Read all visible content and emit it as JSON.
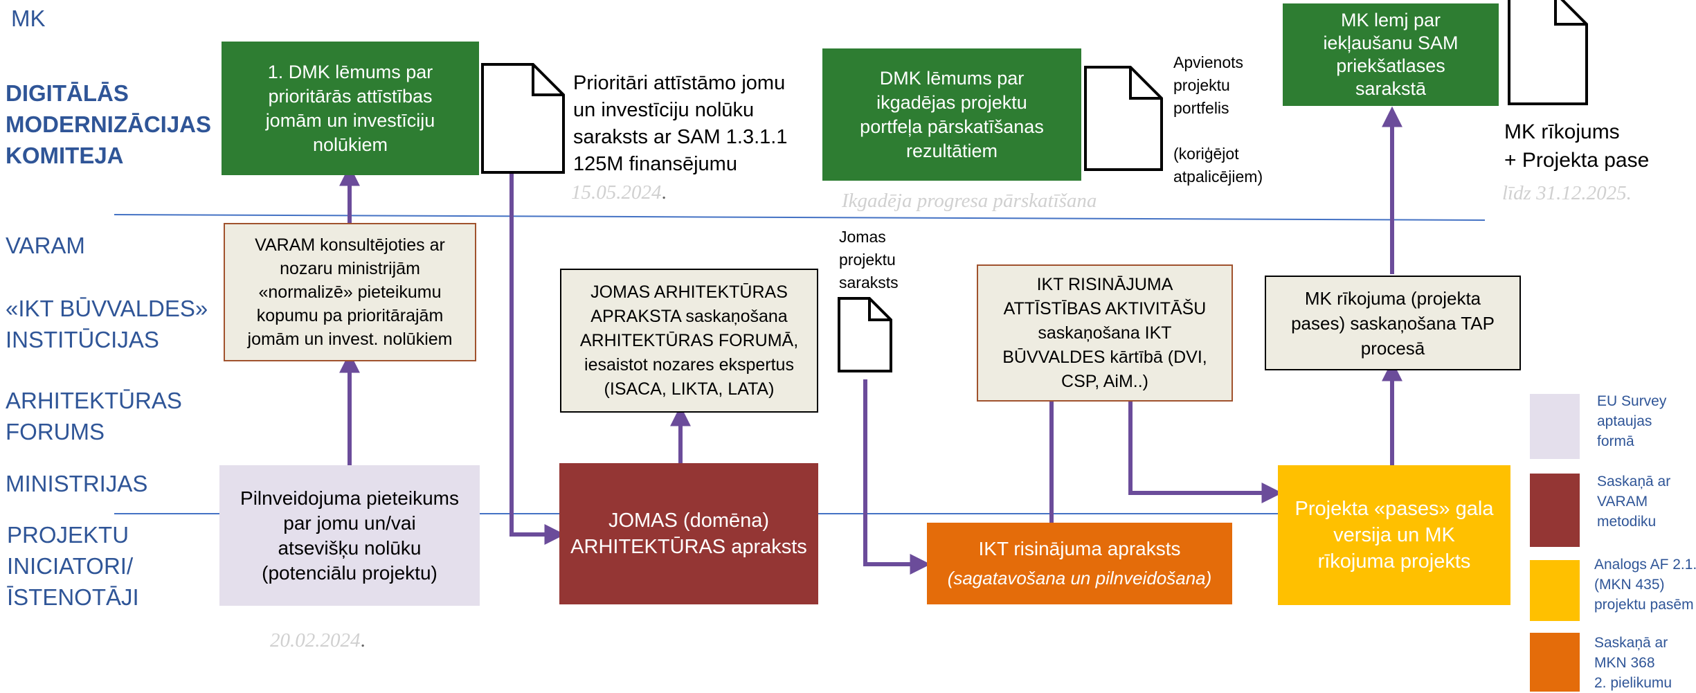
{
  "lanes": {
    "mk": "MK",
    "dmk": [
      "DIGITĀLĀS",
      "MODERNIZĀCIJAS",
      "KOMITEJA"
    ],
    "varam": "VARAM",
    "ikt": [
      "«IKT BŪVVALDES»",
      "INSTITŪCIJAS"
    ],
    "forums": [
      "ARHITEKTŪRAS",
      "FORUMS"
    ],
    "ministrijas": "MINISTRIJAS",
    "iniciatori": [
      "PROJEKTU",
      "INICIATORI/",
      "ĪSTENOTĀJI"
    ]
  },
  "boxes": {
    "dmk_decision_1": [
      "1. DMK lēmums par",
      "prioritārās attīstības",
      "jomām un investīciju",
      "nolūkiem"
    ],
    "varam_normalize": [
      "VARAM konsultējoties ar",
      "nozaru ministrijām",
      "«normalizē» pieteikumu",
      "kopumu pa prioritārajām",
      "jomām un invest. nolūkiem"
    ],
    "application": [
      "Pilnveidojuma pieteikums",
      "par jomu un/vai",
      "atsevišķu nolūku",
      "(potenciālu projektu)"
    ],
    "arch_agreement": [
      "JOMAS ARHITEKTŪRAS",
      "APRAKSTA saskaņošana",
      "ARHITEKTŪRAS FORUMĀ,",
      "iesaistot nozares ekspertus",
      "(ISACA, LIKTA, LATA)"
    ],
    "domain_arch": [
      "JOMAS (domēna)",
      "ARHITEKTŪRAS apraksts"
    ],
    "dmk_decision_2": [
      "DMK lēmums par",
      "ikgadējas projektu",
      "portfeļa pārskatīšanas",
      "rezultātiem"
    ],
    "ikt_activities": [
      "IKT RISINĀJUMA",
      "ATTĪSTĪBAS AKTIVITĀŠU",
      "saskaņošana IKT",
      "BŪVVALDES kārtībā (DVI,",
      "CSP, AiM..)"
    ],
    "ikt_description_title": "IKT risinājuma apraksts",
    "ikt_description_sub": "(sagatavošana un pilnveidošana)",
    "mk_order_agreement": [
      "MK rīkojuma (projekta",
      "pases) saskaņošana TAP",
      "procesā"
    ],
    "project_pass": [
      "Projekta «pases» gala",
      "versija un MK",
      "rīkojuma projekts"
    ],
    "mk_decision": [
      "MK lemj par",
      "iekļaušanu SAM",
      "priekšatlases",
      "sarakstā"
    ]
  },
  "texts": {
    "priority_list": [
      "Prioritāri attīstāmo jomu",
      "un investīciju nolūku",
      "saraksts ar  SAM 1.3.1.1",
      "125M finansējumu"
    ],
    "portfolio": [
      "Apvienots",
      "projektu",
      "portfelis",
      "",
      "(koriģējot",
      "atpalicējiem)"
    ],
    "domain_projects": [
      "Jomas",
      "projektu",
      "saraksts"
    ],
    "mk_order": [
      "MK rīkojums",
      "+ Projekta pase"
    ]
  },
  "dates": {
    "d1": "15.05.2024",
    "d1_dot": ".",
    "annual_review": "Ikgadēja progresa pārskatīšana",
    "deadline": "līdz 31.12.2025.",
    "d0": "20.02.2024",
    "d0_dot": "."
  },
  "legend": [
    {
      "lines": [
        "EU Survey",
        "aptaujas",
        "formā"
      ],
      "color": "#e4dfec"
    },
    {
      "lines": [
        "Saskaņā ar",
        "VARAM",
        "metodiku"
      ],
      "color": "#943634"
    },
    {
      "lines": [
        "Analogs AF 2.1.",
        "(MKN 435)",
        "projektu pasēm"
      ],
      "color": "#ffc000"
    },
    {
      "lines": [
        "Saskaņā ar",
        "MKN 368",
        "2. pielikumu"
      ],
      "color": "#e46c0a"
    }
  ],
  "colors": {
    "arrow": "#6b4c9a",
    "lane_line": "#4472c4",
    "lane_text": "#2f5597"
  }
}
